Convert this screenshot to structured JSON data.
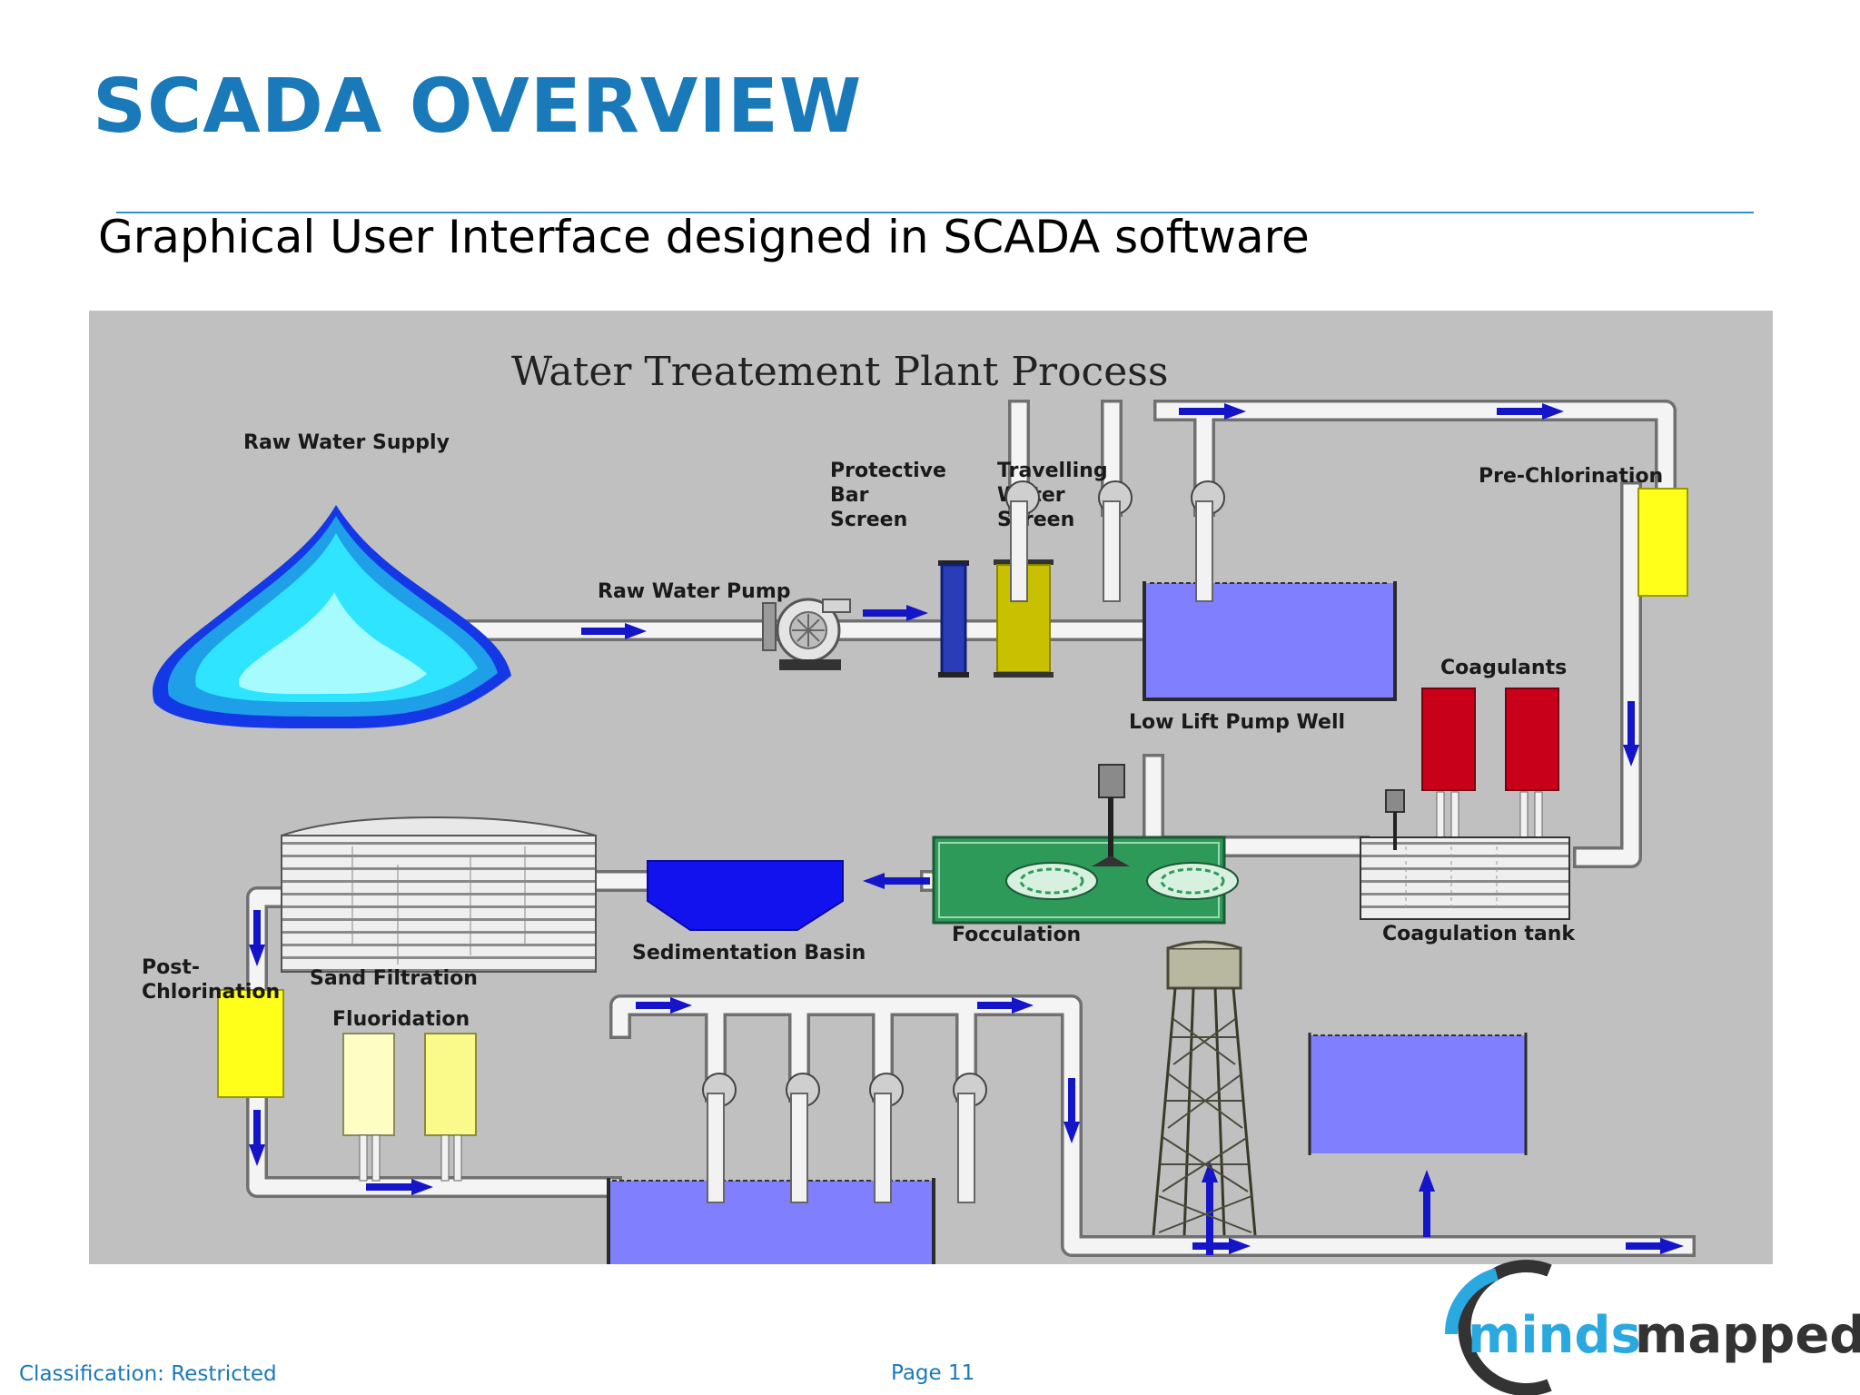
{
  "slide": {
    "title": "SCADA OVERVIEW",
    "subtitle": "Graphical User Interface designed in SCADA software",
    "classification": "Classification: Restricted",
    "page": "Page 11"
  },
  "diagram": {
    "title": "Water Treatement Plant Process",
    "labels": {
      "raw_water_supply": "Raw Water Supply",
      "raw_water_pump": "Raw Water Pump",
      "protective_bar_screen": [
        "Protective",
        "Bar",
        "Screen"
      ],
      "travelling_water_screen": [
        "Travelling",
        "Water",
        "Screen"
      ],
      "low_lift_pump_well": "Low Lift Pump Well",
      "pre_chlorination": "Pre-Chlorination",
      "coagulants": "Coagulants",
      "coagulation_tank": "Coagulation tank",
      "focculation": "Focculation",
      "sedimentation_basin": "Sedimentation Basin",
      "sand_filtration": "Sand Filtration",
      "post_chlorination": [
        "Post-",
        "Chlorination"
      ],
      "fluoridation": "Fluoridation"
    }
  },
  "logo": {
    "text_a": "minds",
    "text_b": "mapped"
  },
  "colors": {
    "title_blue": "#1a79b9",
    "panel_gray": "#c0c0c0",
    "pipe": "#f4f4f4",
    "flow_arrow": "#1414c8",
    "tank_water": "#8080ff",
    "chlorine_yellow": "#ffff1a",
    "coagulant_red": "#c8001a",
    "flocculation_green": "#2e9a5a",
    "sediment_blue": "#1212ee"
  }
}
